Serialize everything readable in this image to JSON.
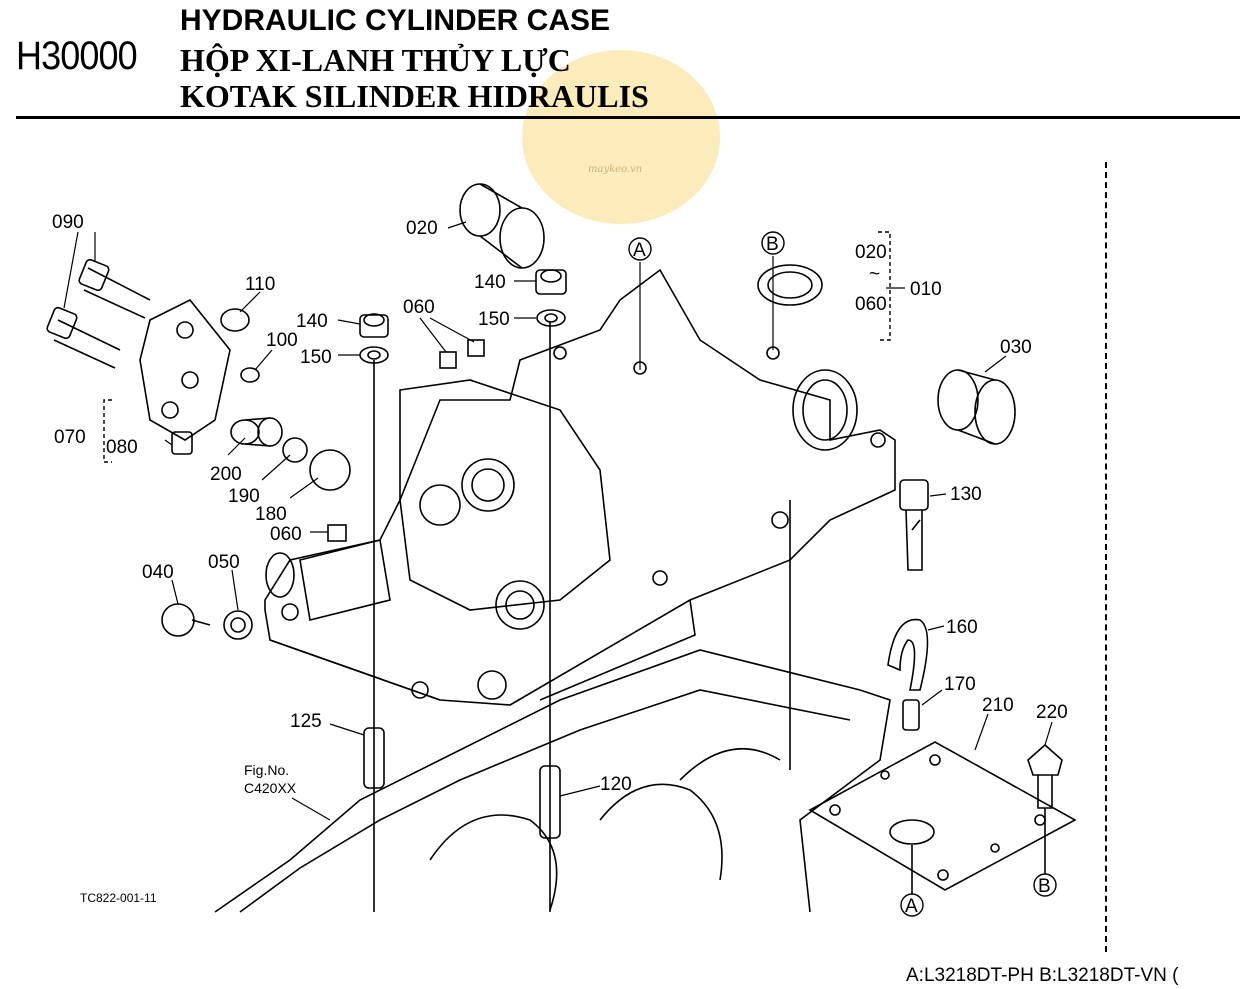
{
  "header": {
    "code": "H30000",
    "title_en": "HYDRAULIC CYLINDER CASE",
    "title_vi": "HỘP XI-LANH THỦY LỰC",
    "title_id": "KOTAK SILINDER HIDRAULIS"
  },
  "watermark": {
    "text": "maykeo.vn"
  },
  "labels": {
    "p090": "090",
    "p110": "110",
    "p100": "100",
    "p070": "070",
    "p080": "080",
    "p200": "200",
    "p190": "190",
    "p180": "180",
    "p060a": "060",
    "p060b": "060",
    "p040": "040",
    "p050": "050",
    "p020": "020",
    "p140a": "140",
    "p140b": "140",
    "p150a": "150",
    "p150b": "150",
    "markA": "A",
    "markB": "B",
    "r020": "020",
    "tilde": "~",
    "r060": "060",
    "p010": "010",
    "p030": "030",
    "p130": "130",
    "p160": "160",
    "p170": "170",
    "p210": "210",
    "p220": "220",
    "p125": "125",
    "p120": "120",
    "markA2": "A",
    "markB2": "B"
  },
  "fig_ref": {
    "line1": "Fig.No.",
    "line2": "C420XX"
  },
  "drawing_code": "TC822-001-11",
  "footer": "A:L3218DT-PH B:L3218DT-VN (",
  "colors": {
    "watermark": "#fbe9b0",
    "line": "#000000"
  }
}
